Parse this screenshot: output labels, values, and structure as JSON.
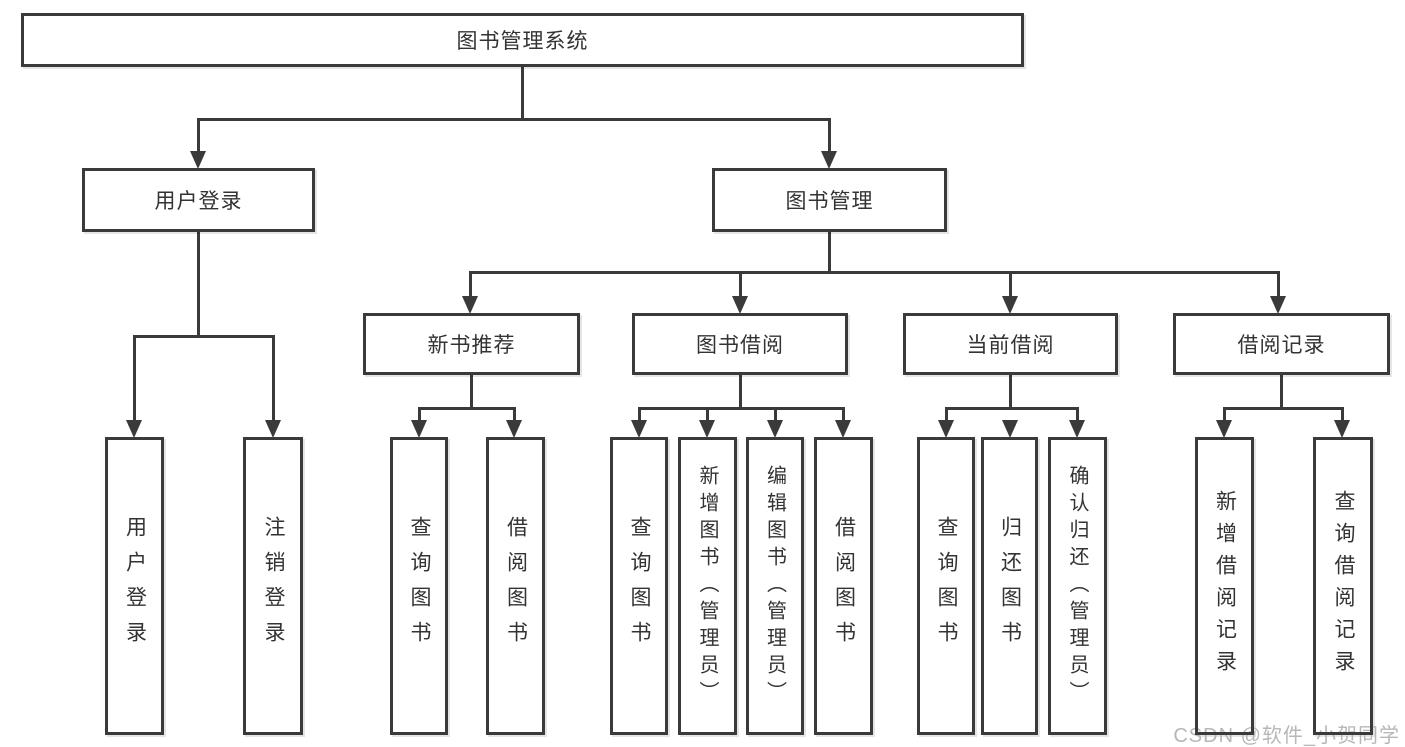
{
  "diagram": {
    "root": {
      "label": "图书管理系统"
    },
    "level2": [
      {
        "label": "用户登录"
      },
      {
        "label": "图书管理"
      }
    ],
    "level3": [
      {
        "label": "新书推荐"
      },
      {
        "label": "图书借阅"
      },
      {
        "label": "当前借阅"
      },
      {
        "label": "借阅记录"
      }
    ],
    "leaves": {
      "user_login": [
        {
          "label": "用户登录"
        },
        {
          "label": "注销登录"
        }
      ],
      "new_books": [
        {
          "label": "查询图书"
        },
        {
          "label": "借阅图书"
        }
      ],
      "borrowing": [
        {
          "label": "查询图书"
        },
        {
          "label": "新增图书（管理员）"
        },
        {
          "label": "编辑图书（管理员）"
        },
        {
          "label": "借阅图书"
        }
      ],
      "current": [
        {
          "label": "查询图书"
        },
        {
          "label": "归还图书"
        },
        {
          "label": "确认归还（管理员）"
        }
      ],
      "records": [
        {
          "label": "新增借阅记录"
        },
        {
          "label": "查询借阅记录"
        }
      ]
    },
    "watermark": "CSDN @软件_小贺同学",
    "colors": {
      "line": "#3a3a3a",
      "text": "#333333",
      "watermark": "#b7b7b7",
      "background": "#ffffff"
    }
  }
}
